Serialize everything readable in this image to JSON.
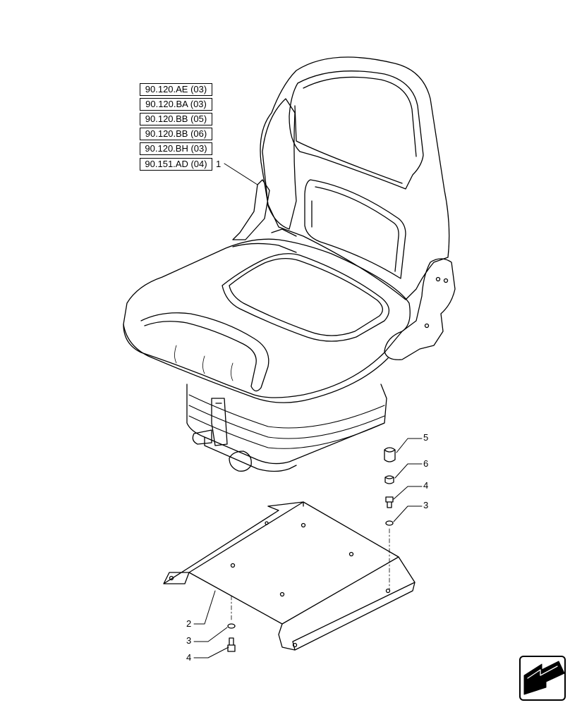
{
  "references": [
    "90.120.AE (03)",
    "90.120.BA (03)",
    "90.120.BB (05)",
    "90.120.BB (06)",
    "90.120.BH (03)",
    "90.151.AD (04)"
  ],
  "callouts": {
    "seat": "1",
    "plate": "2",
    "washer_top": "3",
    "bolt_top": "4",
    "cap": "5",
    "spacer": "6",
    "washer_bottom": "3",
    "bolt_bottom": "4"
  },
  "icons": {
    "nav": "next-page-arrow-icon"
  }
}
